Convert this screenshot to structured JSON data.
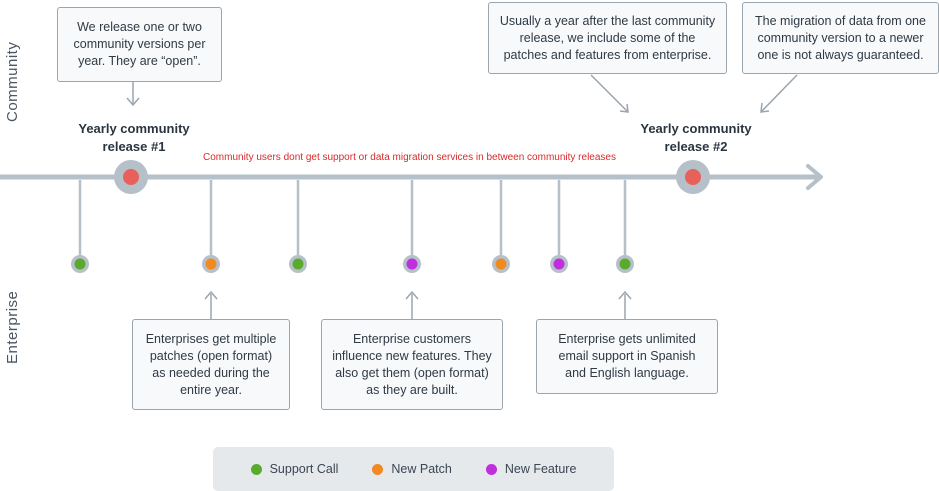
{
  "side_labels": {
    "community": "Community",
    "enterprise": "Enterprise"
  },
  "colors": {
    "timeline": "#b6c0c8",
    "release_dot": "#e8605a",
    "support_call": "#5aaa2e",
    "new_patch": "#f08a21",
    "new_feature": "#c12ee0",
    "note": "#d62b2b"
  },
  "community_boxes": [
    {
      "text": "We release one or two community versions per year. They are “open”."
    },
    {
      "text": "Usually a year after the last community release, we include some of the patches and features from enterprise."
    },
    {
      "text": "The migration of data from one community version to a newer one is not always guaranteed."
    }
  ],
  "releases": [
    {
      "label": "Yearly community\nrelease #1"
    },
    {
      "label": "Yearly community\nrelease #2"
    }
  ],
  "note": "Community users dont get support or data migration services in between community releases",
  "events": [
    {
      "type": "support_call"
    },
    {
      "type": "new_patch"
    },
    {
      "type": "support_call"
    },
    {
      "type": "new_feature"
    },
    {
      "type": "new_patch"
    },
    {
      "type": "new_feature"
    },
    {
      "type": "support_call"
    }
  ],
  "enterprise_boxes": [
    {
      "text": "Enterprises get multiple patches (open format) as needed during the entire year."
    },
    {
      "text": "Enterprise customers influence new features. They also get them (open format) as they are built."
    },
    {
      "text": "Enterprise gets unlimited email support in Spanish and English language."
    }
  ],
  "legend": {
    "support_call": "Support Call",
    "new_patch": "New Patch",
    "new_feature": "New Feature"
  }
}
